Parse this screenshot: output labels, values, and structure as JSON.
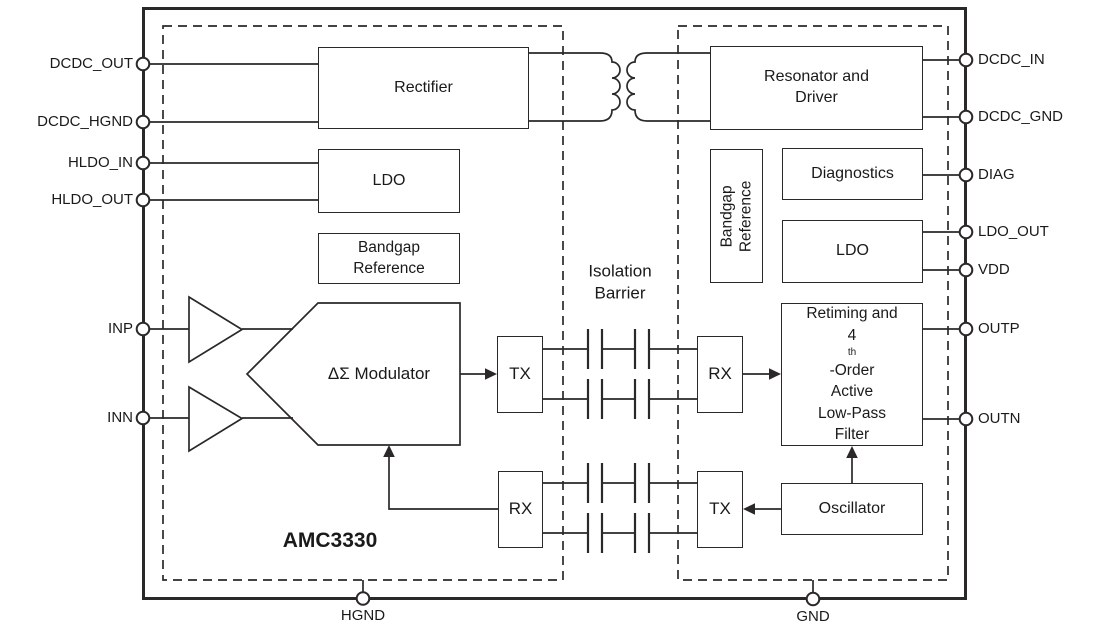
{
  "device": {
    "name": "AMC3330"
  },
  "labels": {
    "isolation_barrier_line1": "Isolation",
    "isolation_barrier_line2": "Barrier"
  },
  "blocks": {
    "rectifier": "Rectifier",
    "ldo_high_side": "LDO",
    "bandgap_left_line1": "Bandgap",
    "bandgap_left_line2": "Reference",
    "modulator": "ΔΣ Modulator",
    "tx": "TX",
    "rx": "RX",
    "resonator_line1": "Resonator and",
    "resonator_line2": "Driver",
    "bandgap_right_line1": "Bandgap",
    "bandgap_right_line2": "Reference",
    "diagnostics": "Diagnostics",
    "ldo_low_side": "LDO",
    "filter_line1": "Retiming and",
    "filter_line2_pre": "4",
    "filter_line2_sup": "th",
    "filter_line2_post": "-Order",
    "filter_line3": "Active",
    "filter_line4": "Low-Pass",
    "filter_line5": "Filter",
    "oscillator": "Oscillator"
  },
  "pins": {
    "left": [
      "DCDC_OUT",
      "DCDC_HGND",
      "HLDO_IN",
      "HLDO_OUT",
      "INP",
      "INN"
    ],
    "right": [
      "DCDC_IN",
      "DCDC_GND",
      "DIAG",
      "LDO_OUT",
      "VDD",
      "OUTP",
      "OUTN"
    ],
    "bottom": [
      "HGND",
      "GND"
    ]
  },
  "colors": {
    "line": "#2b2828",
    "text": "#1a1a1a",
    "background": "#ffffff"
  }
}
